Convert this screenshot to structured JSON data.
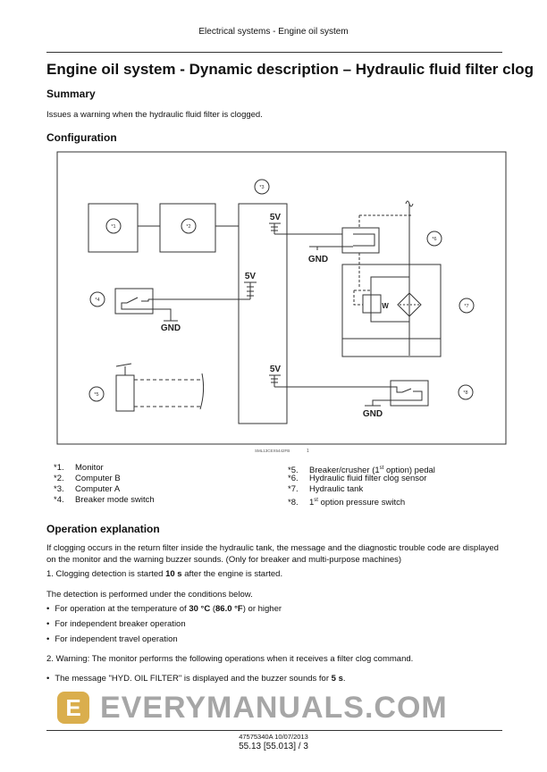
{
  "header": "Electrical systems - Engine oil system",
  "title": "Engine oil system - Dynamic description – Hydraulic fluid filter clog",
  "summary": {
    "heading": "Summary",
    "text": "Issues a warning when the hydraulic fluid filter is clogged."
  },
  "configuration": {
    "heading": "Configuration",
    "diagram": {
      "labels": [
        "*1",
        "*2",
        "*3",
        "*4",
        "*5",
        "*6",
        "*7",
        "*8"
      ],
      "voltage": "5V",
      "ground": "GND",
      "w_label": "W",
      "caption_code": "SML13CEX5442FB",
      "caption_num": "1"
    },
    "legend": [
      {
        "n": "*1.",
        "text": "Monitor"
      },
      {
        "n": "*2.",
        "text": "Computer B"
      },
      {
        "n": "*3.",
        "text": "Computer A"
      },
      {
        "n": "*4.",
        "text": "Breaker mode switch"
      },
      {
        "n": "*5.",
        "pre": "Breaker/crusher (1",
        "sup": "st",
        "post": " option) pedal"
      },
      {
        "n": "*6.",
        "text": "Hydraulic fluid filter clog sensor"
      },
      {
        "n": "*7.",
        "text": "Hydraulic tank"
      },
      {
        "n": "*8.",
        "pre": "1",
        "sup": "st",
        "post": " option pressure switch"
      }
    ]
  },
  "operation": {
    "heading": "Operation explanation",
    "intro": "If clogging occurs in the return filter inside the hydraulic tank, the message and the diagnostic trouble code are displayed on the monitor and the warning buzzer sounds. (Only for breaker and multi-purpose machines)",
    "step1_pre": "1.  Clogging detection is started ",
    "step1_bold": "10 s",
    "step1_post": " after the engine is started.",
    "conditions": "The detection is performed under the conditions below.",
    "bullet1_pre": "For operation at the temperature of ",
    "bullet1_b1": "30 °C",
    "bullet1_mid": " (",
    "bullet1_b2": "86.0 °F",
    "bullet1_post": ") or higher",
    "bullet2": "For independent breaker operation",
    "bullet3": "For independent travel operation",
    "step2": "2.  Warning: The monitor performs the following operations when it receives a filter clog command.",
    "bullet4_pre": "The message \"HYD. OIL FILTER\" is displayed and the buzzer sounds for ",
    "bullet4_bold": "5 s",
    "bullet4_post": "."
  },
  "watermark": "EVERYMANUALS.COM",
  "footer": {
    "doc": "47575340A 10/07/2013",
    "page": "55.13 [55.013] / 3"
  }
}
